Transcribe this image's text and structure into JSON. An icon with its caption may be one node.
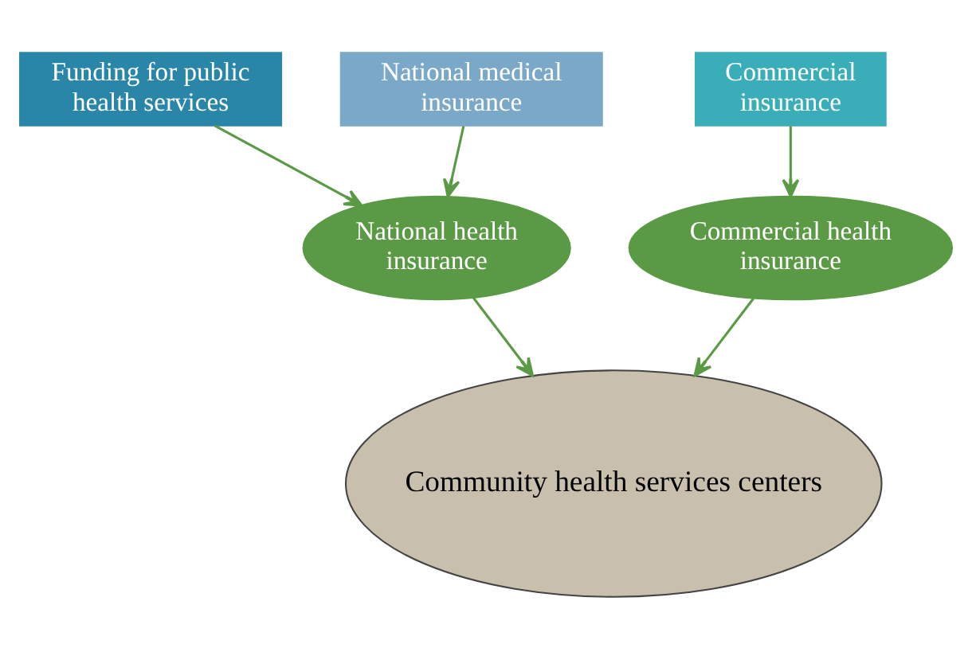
{
  "diagram": {
    "nodes": [
      {
        "text": [
          "Funding for public health services"
        ]
      },
      {
        "text": [
          "National medical insurance"
        ]
      },
      {
        "text": [
          "Commercial insurance"
        ]
      },
      {
        "text": [
          "National health insurance"
        ]
      },
      {
        "text": [
          "Commercial health insurance"
        ]
      },
      {
        "text": [
          "Community health services centers"
        ]
      }
    ],
    "edges": [
      {
        "from": 0,
        "to": 3,
        "arrow": "to"
      },
      {
        "from": 1,
        "to": 3,
        "arrow": "to"
      },
      {
        "from": 2,
        "to": 4,
        "arrow": "to"
      },
      {
        "from": 3,
        "to": 5,
        "arrow": "to"
      },
      {
        "from": 4,
        "to": 5,
        "arrow": "to"
      }
    ]
  }
}
